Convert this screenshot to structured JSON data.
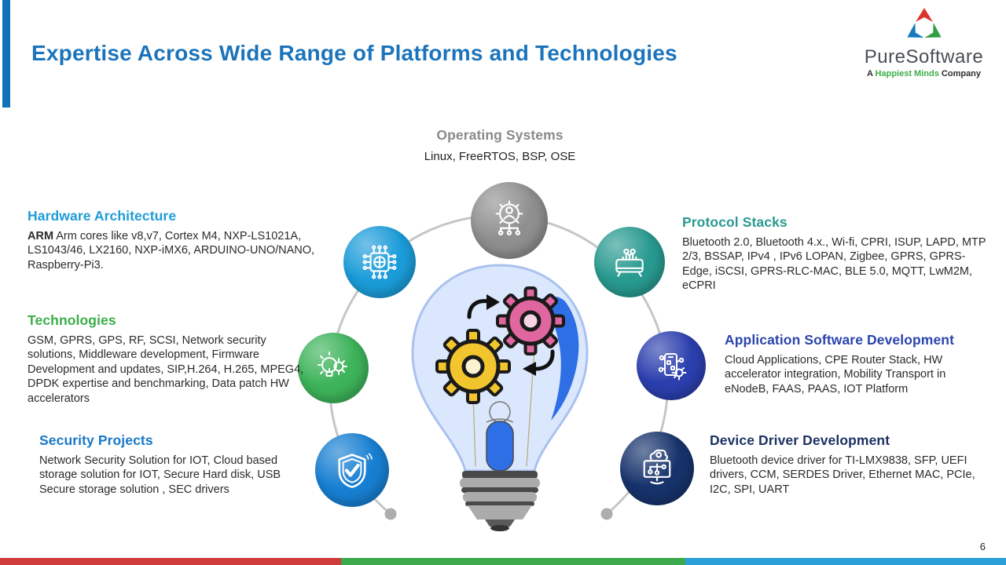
{
  "slide": {
    "title": "Expertise Across Wide Range of Platforms and Technologies",
    "page_number": "6"
  },
  "logo": {
    "name": "PureSoftware",
    "tagline": {
      "prefix": "A ",
      "highlight": "Happiest Minds",
      "suffix": " Company"
    },
    "colors": {
      "red": "#d8362a",
      "blue": "#1879bd",
      "green": "#2f9e45",
      "text": "#4a4f54",
      "tagline_green": "#3dae49"
    }
  },
  "categories": {
    "operating_systems": {
      "title": "Operating Systems",
      "body": "Linux, FreeRTOS, BSP, OSE",
      "color": "#8a8a8a",
      "circle_color": "#8f8f8f",
      "icon": "gear-team-network-icon"
    },
    "hardware_architecture": {
      "title": "Hardware Architecture",
      "lead": "ARM",
      "body": " Arm cores like v8,v7, Cortex M4, NXP-LS1021A, LS1043/46, LX2160, NXP-iMX6, ARDUINO-UNO/NANO, Raspberry-Pi3.",
      "color": "#1e9cd7",
      "circle_color": "#1b9cd9",
      "icon": "chip-brain-icon"
    },
    "technologies": {
      "title": "Technologies",
      "body": "GSM, GPRS, GPS, RF, SCSI, Network security solutions, Middleware development, Firmware Development and updates, SIP,H.264, H.265, MPEG4, DPDK expertise and benchmarking, Data patch HW accelerators",
      "color": "#3aae49",
      "circle_color": "#3db35a",
      "icon": "idea-bulb-gear-icon"
    },
    "security_projects": {
      "title": "Security Projects",
      "body": "Network Security Solution for IOT, Cloud based storage solution for IOT, Secure Hard disk, USB Secure storage solution , SEC drivers",
      "color": "#1878c8",
      "circle_color": "#177fd2",
      "icon": "shield-check-icon"
    },
    "protocol_stacks": {
      "title": "Protocol Stacks",
      "body": "Bluetooth 2.0, Bluetooth 4.x., Wi-fi, CPRI, ISUP, LAPD, MTP 2/3, BSSAP, IPv4 , IPv6 LOPAN, Zigbee, GPRS, GPRS-Edge,  iSCSI, GPRS-RLC-MAC, BLE 5.0, MQTT, LwM2M, eCPRI",
      "color": "#2a9a90",
      "circle_color": "#289a90",
      "icon": "circuit-board-icon"
    },
    "application_software_development": {
      "title": "Application Software Development",
      "body": "Cloud Applications, CPE Router Stack, HW accelerator integration, Mobility Transport in eNodeB, FAAS, PAAS, IOT Platform",
      "color": "#2b44ad",
      "circle_color": "#2b3fae",
      "icon": "mobile-app-gear-icon"
    },
    "device_driver_development": {
      "title": "Device Driver Development",
      "body": "Bluetooth device driver for TI-LMX9838, SFP, UEFI drivers, CCM, SERDES Driver, Ethernet MAC, PCIe, I2C, SPI, UART",
      "color": "#1e3264",
      "circle_color": "#17336c",
      "icon": "monitor-cloud-gear-icon"
    }
  },
  "footer": {
    "bar_colors": {
      "red": "#ce3c3c",
      "green": "#3ba94c",
      "blue": "#2b9fd8"
    }
  }
}
